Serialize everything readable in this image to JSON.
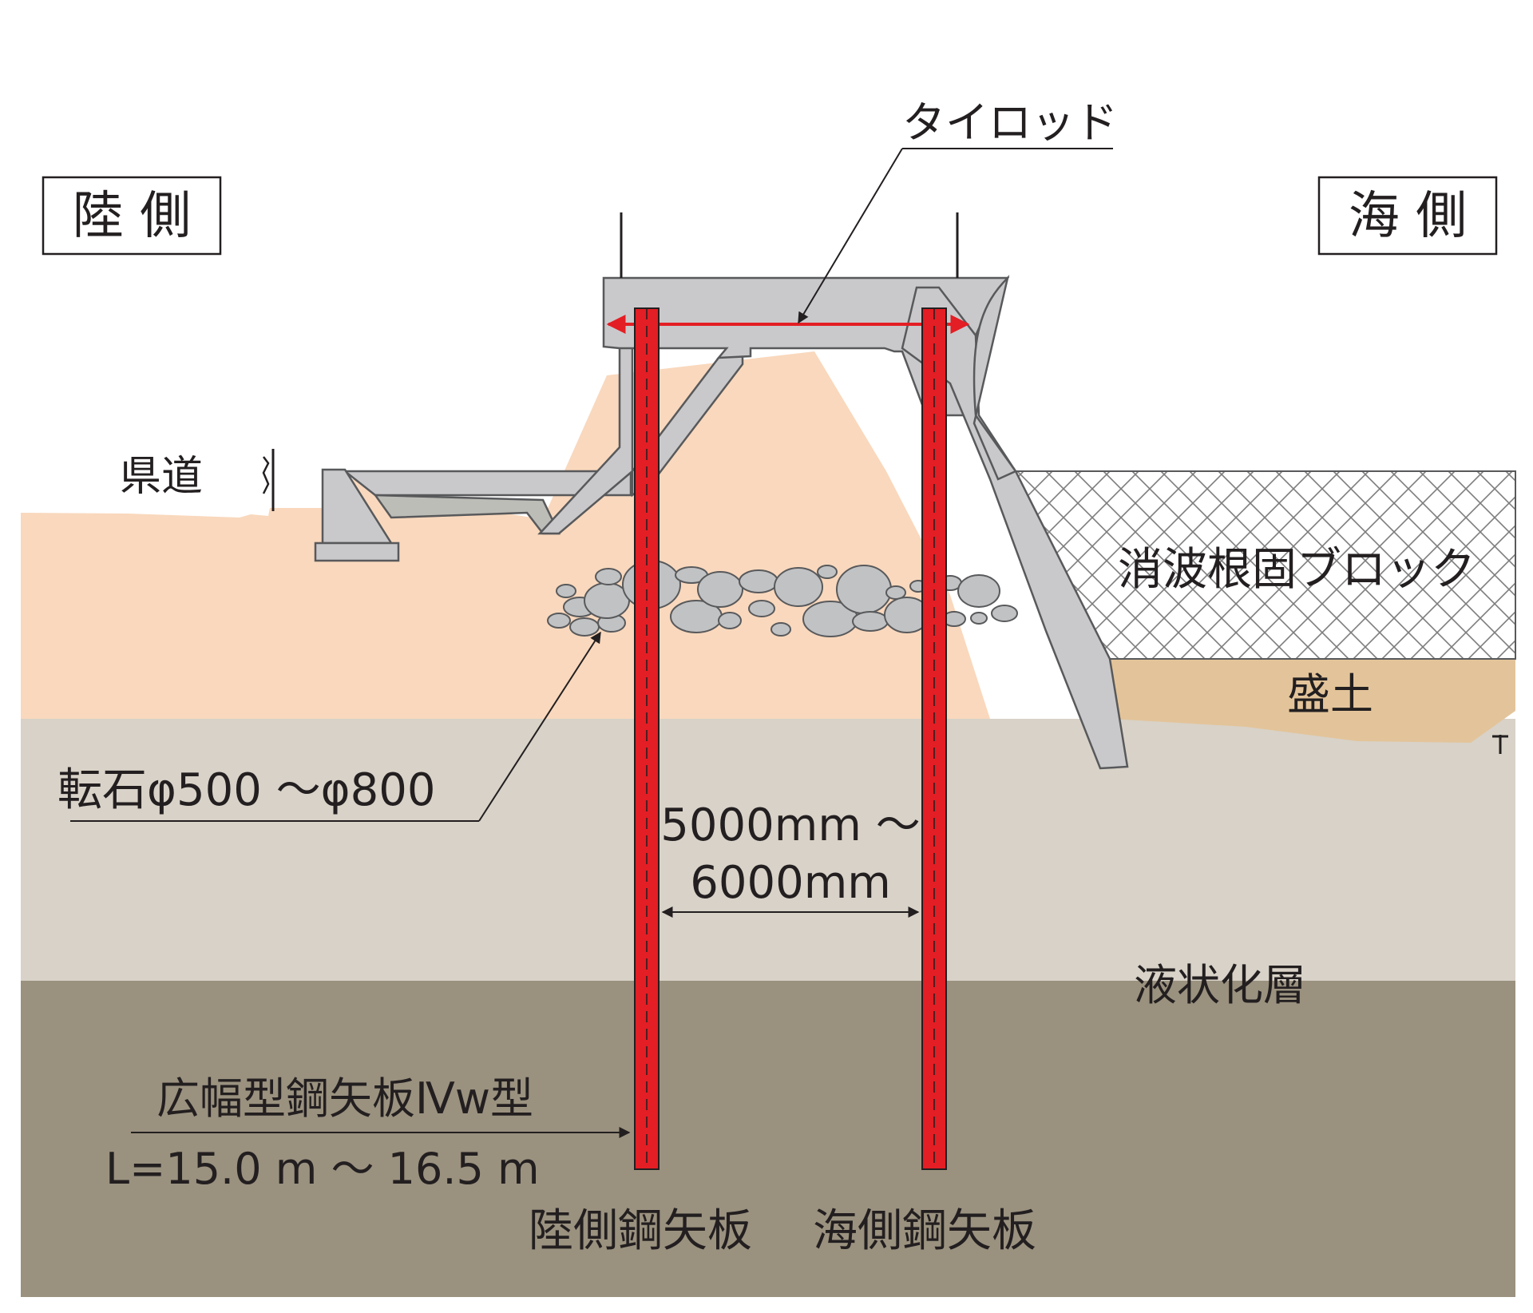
{
  "labels": {
    "tie_rod": "タイロッド",
    "land_side": "陸 側",
    "sea_side": "海 側",
    "prefectural_road": "県道",
    "wave_block": "消波根固ブロック",
    "embankment": "盛土",
    "boulder": "転石φ500 ～φ800",
    "spacing_line1": "5000mm ～",
    "spacing_line2": "6000mm",
    "liquefaction_layer": "液状化層",
    "sheet_pile_type": "広幅型鋼矢板Ⅳw型",
    "sheet_pile_length": "L=15.0 m ～ 16.5 m",
    "land_sheet_pile": "陸側鋼矢板",
    "sea_sheet_pile": "海側鋼矢板"
  },
  "colors": {
    "upper_soil": "#f9d8bd",
    "liquefaction_soil": "#d8d2c8",
    "bearing_layer": "#9a917f",
    "embankment_fill": "#e3c49a",
    "concrete": "#c9c9cb",
    "concrete_edge": "#58595b",
    "boulder": "#c1c2c4",
    "sheet_pile": "#e31e24",
    "tie_rod": "#e31e24",
    "text": "#231f20"
  }
}
